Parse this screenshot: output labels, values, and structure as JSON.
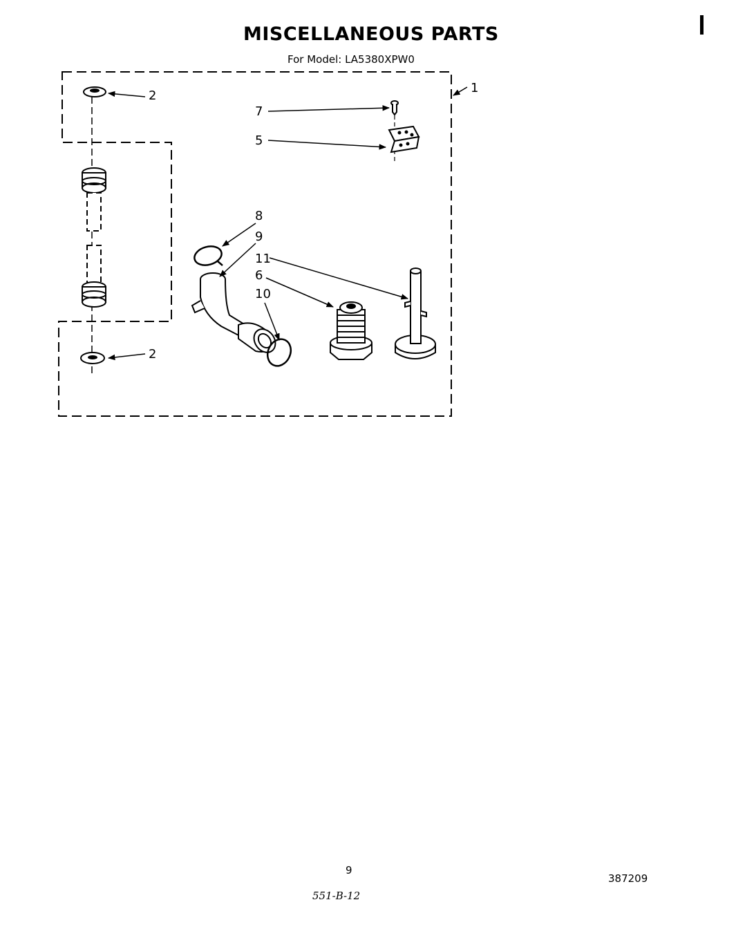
{
  "header": {
    "title": "MISCELLANEOUS PARTS",
    "model_line": "For Model: LA5380XPW0"
  },
  "diagram": {
    "callouts": {
      "c1": "1",
      "c2_top": "2",
      "c2_bottom": "2",
      "c5": "5",
      "c6": "6",
      "c7": "7",
      "c8": "8",
      "c9": "9",
      "c10": "10",
      "c11": "11"
    }
  },
  "footer": {
    "page_number": "9",
    "document_number": "387209",
    "handwritten_note": "551-B-12"
  }
}
